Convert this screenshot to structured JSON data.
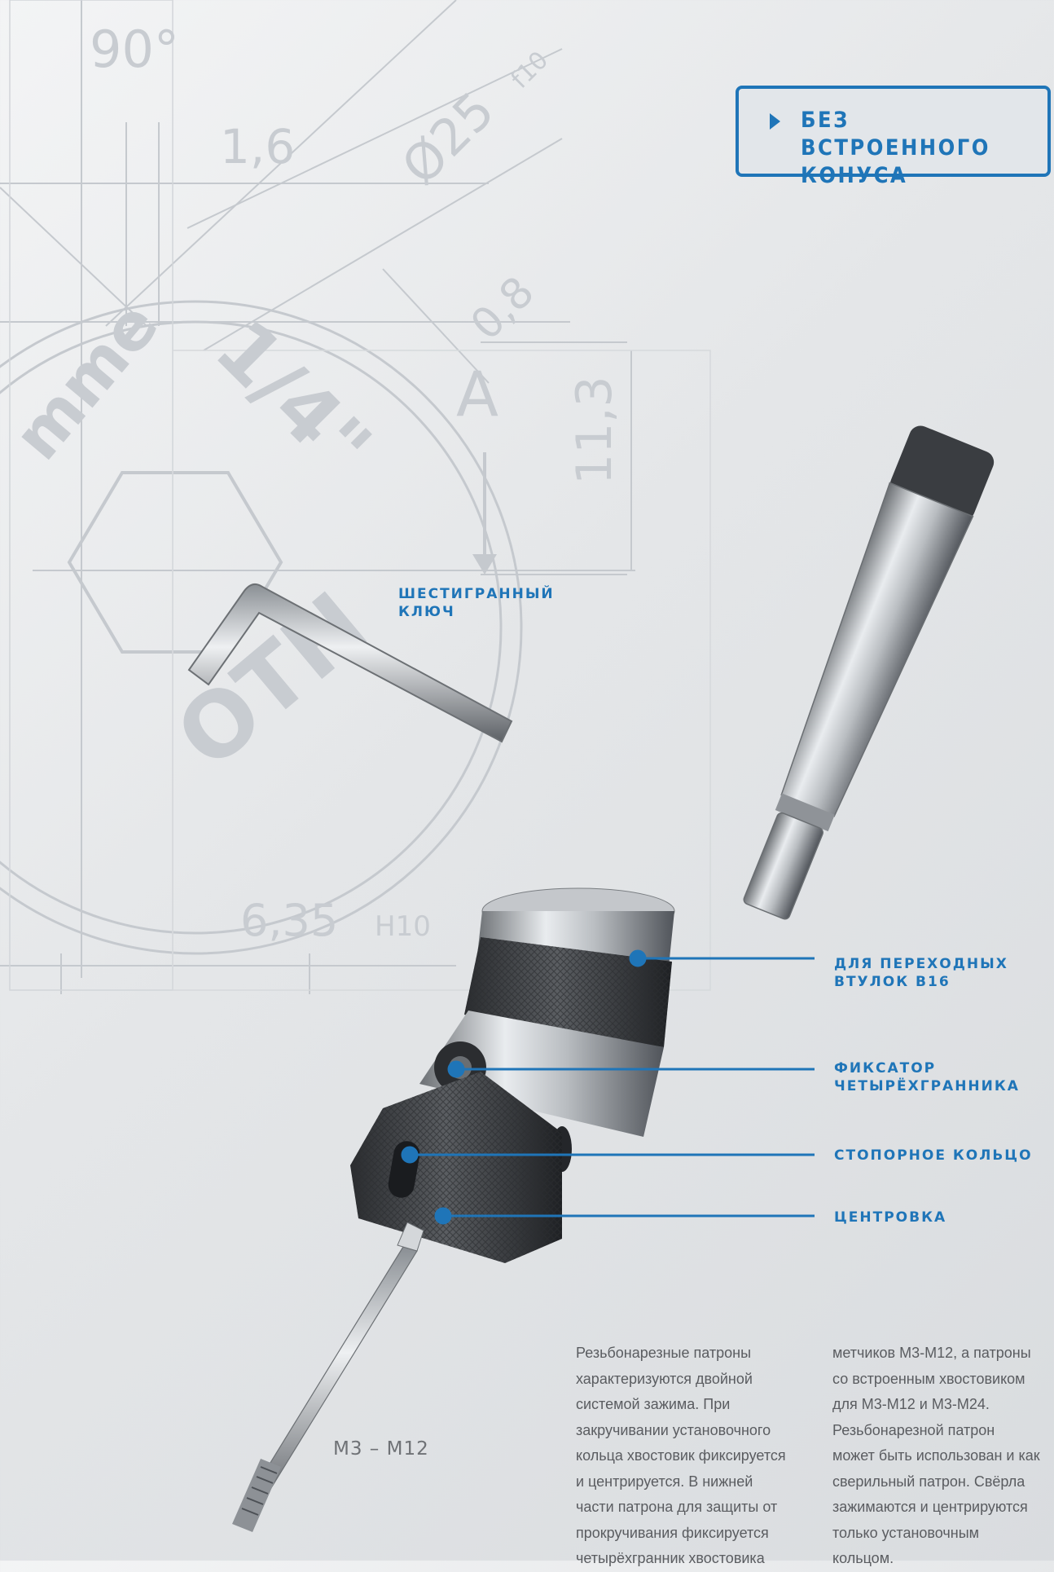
{
  "badge": {
    "line1": "БЕЗ ВСТРОЕННОГО",
    "line2": "КОНУСА"
  },
  "blueprint": {
    "angle": "90°",
    "dim1": "1,6",
    "dia": "Ø25",
    "dia_sub": "f10",
    "chamfer": "0,8",
    "section": "A",
    "height": "11,3",
    "size": "6,35",
    "size_sub": "H10",
    "inch": "1/4\"",
    "logo": "mme",
    "stamp": "OTH"
  },
  "labels": {
    "hex_key": [
      "ШЕСТИГРАННЫЙ",
      "КЛЮЧ"
    ],
    "adapter": [
      "ДЛЯ ПЕРЕХОДНЫХ",
      "ВТУЛОК B16"
    ],
    "square_lock": [
      "ФИКСАТОР",
      "ЧЕТЫРЁХГРАННИКА"
    ],
    "lock_ring": [
      "СТОПОРНОЕ КОЛЬЦО"
    ],
    "centering": [
      "ЦЕНТРОВКА"
    ]
  },
  "tap_range": "M3 – M12",
  "text_col1": [
    "Резьбонарезные патроны",
    "характеризуются двойной",
    "системой зажима. При",
    "закручивании установочного",
    "кольца хвостовик фиксируется",
    "и центрируется. В нижней",
    "части патрона для защиты от",
    "прокручивания фиксируется",
    "четырёхгранник хвостовика"
  ],
  "text_col2": [
    "метчиков M3-M12, а патроны",
    "со встроенным хвостовиком",
    "для M3-M12 и M3-M24.",
    "Резьбонарезной патрон",
    "может быть использован и как",
    "сверильный патрон. Свёрла",
    "зажимаются и центрируются",
    "только установочным",
    "кольцом."
  ],
  "colors": {
    "accent": "#1f75b8",
    "text": "#5a5c60",
    "blueprint": "#c4c8cd"
  }
}
